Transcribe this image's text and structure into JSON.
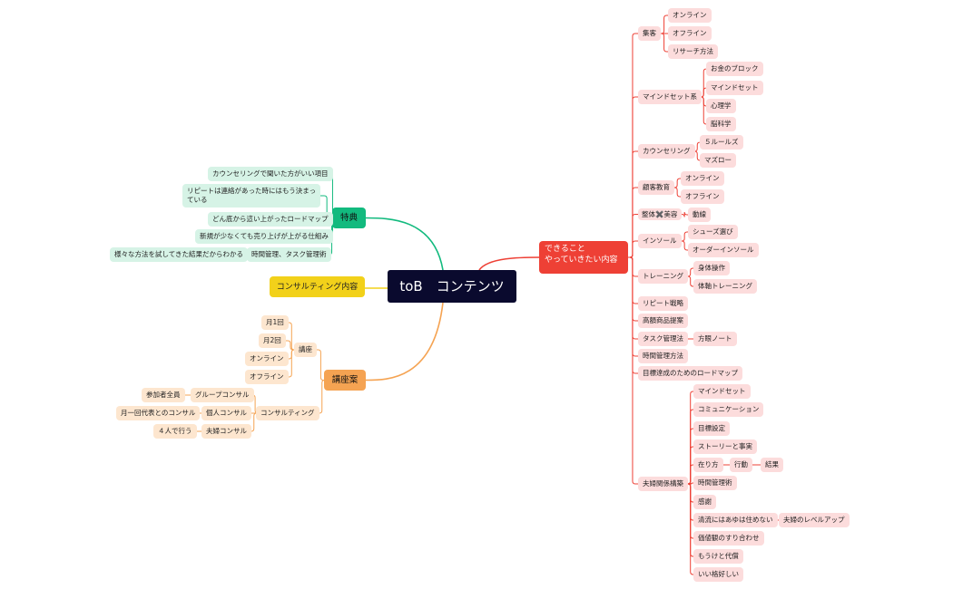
{
  "root": {
    "title": "toB　コンテンツ"
  },
  "branches": {
    "red": {
      "title": "できること\nやっていきたい内容",
      "color": "#ee4035",
      "items": [
        {
          "label": "集客",
          "children": [
            "オンライン",
            "オフライン",
            "リサーチ方法"
          ]
        },
        {
          "label": "マインドセット系",
          "children": [
            "お金のブロック",
            "マインドセット",
            "心理学",
            "脳科学"
          ]
        },
        {
          "label": "カウンセリング",
          "children": [
            "５ルールズ",
            "マズロー"
          ]
        },
        {
          "label": "顧客教育",
          "children": [
            "オンライン",
            "オフライン"
          ]
        },
        {
          "label": "整体✖️美容",
          "children": [
            "動線"
          ]
        },
        {
          "label": "インソール",
          "children": [
            "シューズ選び",
            "オーダーインソール"
          ]
        },
        {
          "label": "トレーニング",
          "children": [
            "身体操作",
            "体軸トレーニング"
          ]
        },
        {
          "label": "リピート戦略"
        },
        {
          "label": "高額商品提案"
        },
        {
          "label": "タスク管理法",
          "children": [
            "方眼ノート"
          ]
        },
        {
          "label": "時間管理方法"
        },
        {
          "label": "目標達成のためのロードマップ"
        },
        {
          "label": "夫婦関係構築",
          "children": [
            "マインドセット",
            "コミュニケーション",
            "目標設定",
            "ストーリーと事実",
            "在り方",
            "時間管理術",
            "感謝",
            "清流にはあゆは住めない",
            "価値観のすり合わせ",
            "もうけと代償",
            "いい格好しい"
          ],
          "extra": {
            "aritakata": [
              "行動",
              "結果"
            ],
            "seiryu": "夫婦のレベルアップ"
          }
        }
      ]
    },
    "green": {
      "title": "特典",
      "color": "#12ba7e",
      "items": [
        "カウンセリングで聞いた方がいい項目",
        "リピートは連絡があった時にはもう決まっている",
        "どん底から這い上がったロードマップ",
        "新規が少なくても売り上げが上がる仕組み",
        "時間管理、タスク管理術"
      ],
      "sub": "様々な方法を試してきた結果だからわかる"
    },
    "yellow": {
      "title": "コンサルティング内容",
      "color": "#f2d11a"
    },
    "orange": {
      "title": "講座案",
      "color": "#f5a352",
      "kouza": {
        "label": "講座",
        "children": [
          "月1回",
          "月2回",
          "オンライン",
          "オフライン"
        ]
      },
      "consult": {
        "label": "コンサルティング",
        "children": [
          {
            "label": "グループコンサル",
            "left": "参加者全員"
          },
          {
            "label": "個人コンサル",
            "left": "月一回代表とのコンサル"
          },
          {
            "label": "夫婦コンサル",
            "left": "４人で行う"
          }
        ]
      }
    }
  }
}
